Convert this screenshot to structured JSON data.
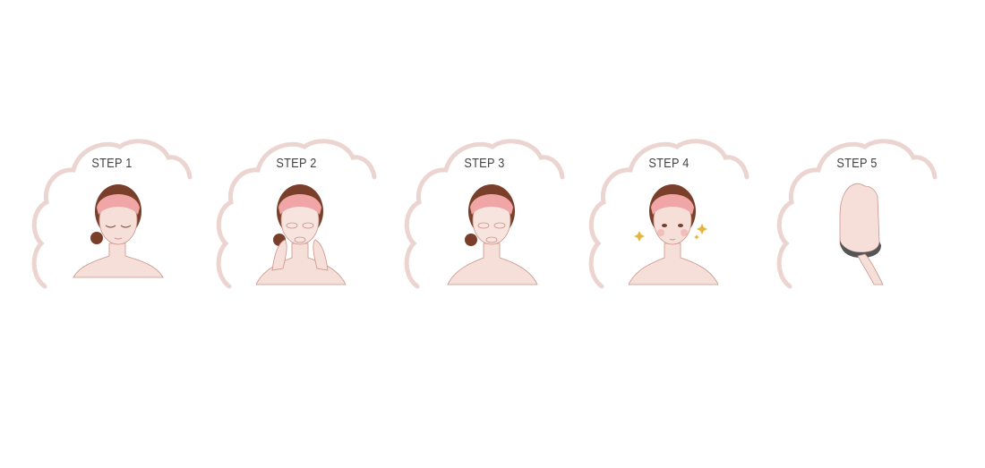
{
  "steps": [
    {
      "label": "STEP 1",
      "icon": "woman-headband-eyes-closed-icon"
    },
    {
      "label": "STEP 2",
      "icon": "woman-applying-sheet-mask-icon"
    },
    {
      "label": "STEP 3",
      "icon": "woman-wearing-sheet-mask-icon"
    },
    {
      "label": "STEP 4",
      "icon": "woman-glowing-skin-icon"
    },
    {
      "label": "STEP 5",
      "icon": "hand-holding-mask-icon"
    }
  ],
  "colors": {
    "skin": "#f6dfd8",
    "skin_line": "#c9948a",
    "hair": "#7a3f2a",
    "headband": "#f0a6a6",
    "mask": "#f7e4de",
    "sparkle": "#e2b63f",
    "cloud_shadow": "#e7c9c4",
    "label": "#444444"
  }
}
